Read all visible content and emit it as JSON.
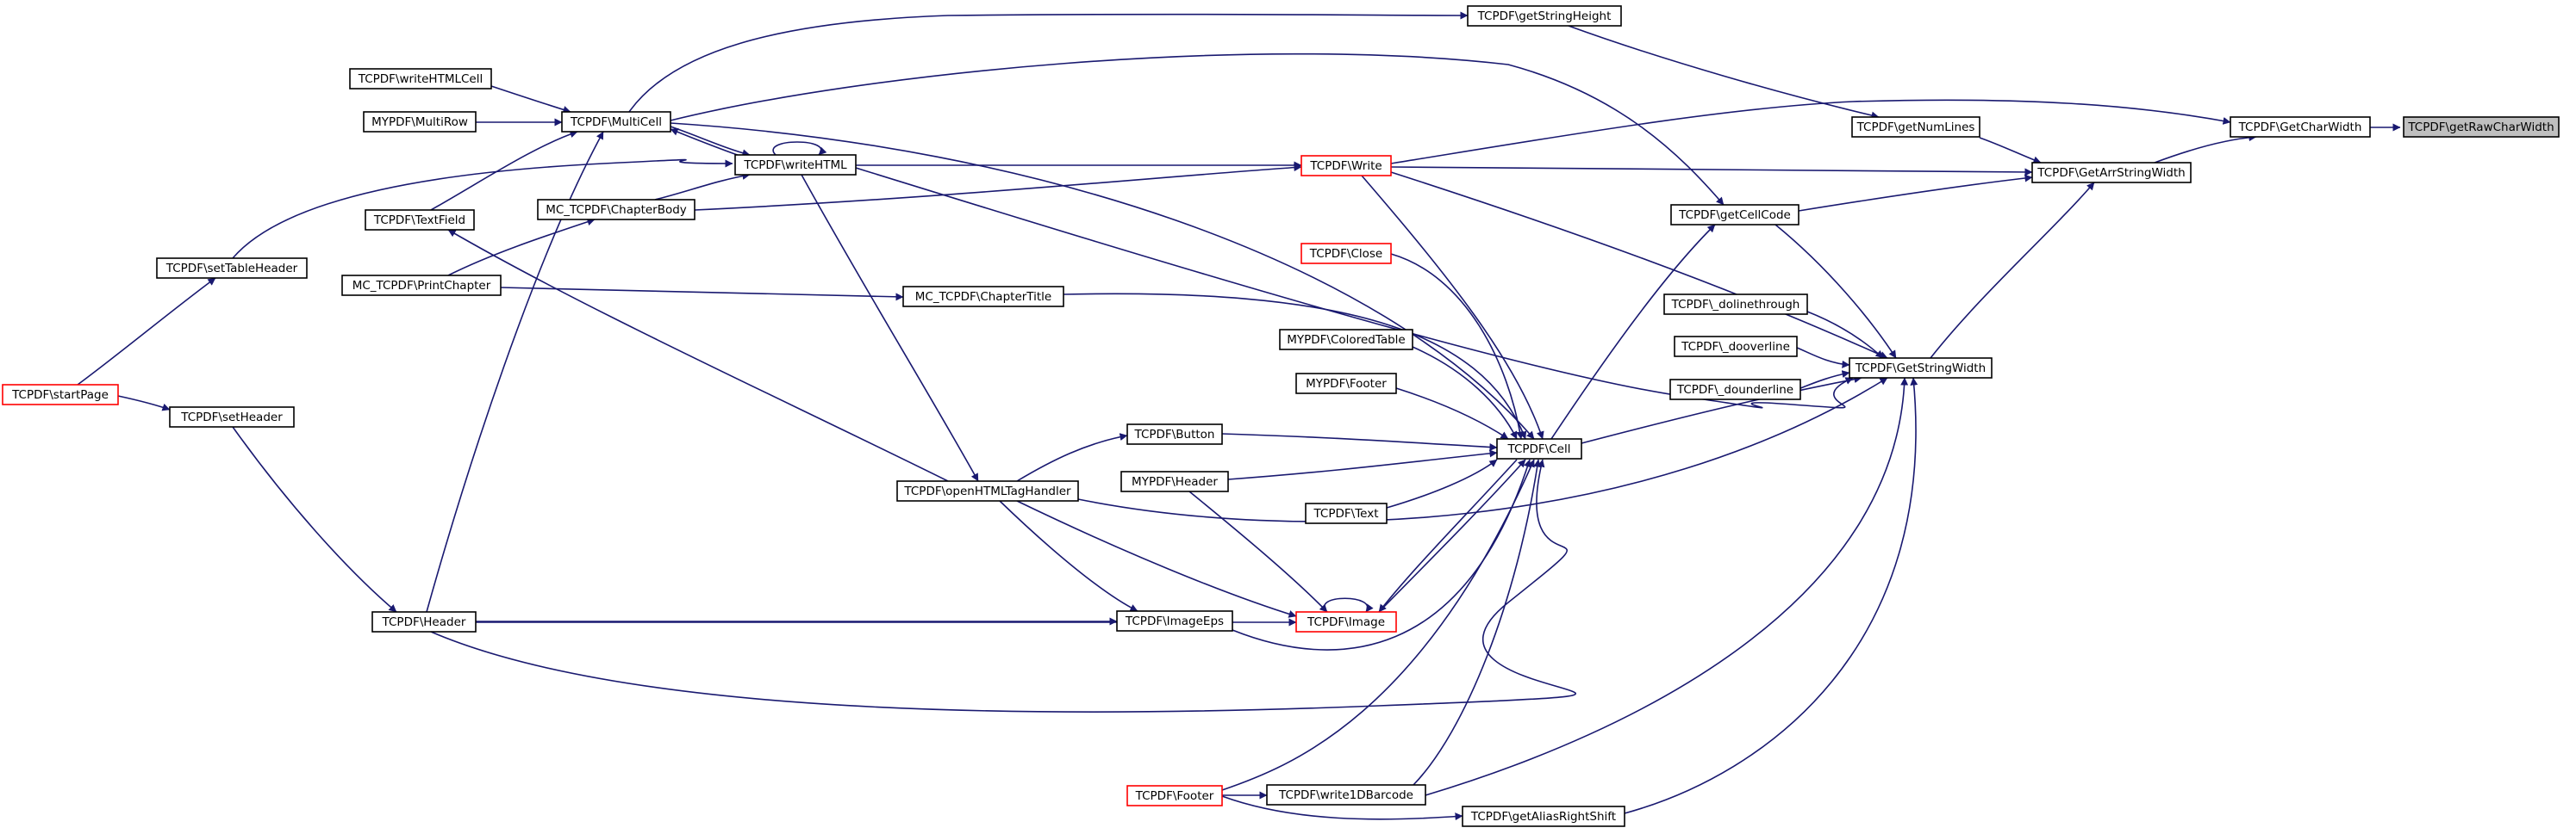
{
  "graph": {
    "edge_color": "#191970",
    "node_border_color": "#000000",
    "missing_border_color": "#ff0000",
    "current_fill_color": "#bfbfbf",
    "nodes": [
      {
        "id": "getRawCharWidth",
        "label": "TCPDF\\getRawCharWidth",
        "status": "current"
      },
      {
        "id": "GetCharWidth",
        "label": "TCPDF\\GetCharWidth",
        "status": "normal"
      },
      {
        "id": "getNumLines",
        "label": "TCPDF\\getNumLines",
        "status": "normal"
      },
      {
        "id": "GetArrStringWidth",
        "label": "TCPDF\\GetArrStringWidth",
        "status": "normal"
      },
      {
        "id": "getStringHeight",
        "label": "TCPDF\\getStringHeight",
        "status": "normal"
      },
      {
        "id": "getCellCode",
        "label": "TCPDF\\getCellCode",
        "status": "normal"
      },
      {
        "id": "GetStringWidth",
        "label": "TCPDF\\GetStringWidth",
        "status": "normal"
      },
      {
        "id": "dolinethrough",
        "label": "TCPDF\\_dolinethrough",
        "status": "normal"
      },
      {
        "id": "dooverline",
        "label": "TCPDF\\_dooverline",
        "status": "normal"
      },
      {
        "id": "dounderline",
        "label": "TCPDF\\_dounderline",
        "status": "normal"
      },
      {
        "id": "getAliasRightShift",
        "label": "TCPDF\\getAliasRightShift",
        "status": "normal"
      },
      {
        "id": "Write",
        "label": "TCPDF\\Write",
        "status": "missing"
      },
      {
        "id": "Close",
        "label": "TCPDF\\Close",
        "status": "missing"
      },
      {
        "id": "ColoredTable",
        "label": "MYPDF\\ColoredTable",
        "status": "normal"
      },
      {
        "id": "MypdfFooter",
        "label": "MYPDF\\Footer",
        "status": "normal"
      },
      {
        "id": "Cell",
        "label": "TCPDF\\Cell",
        "status": "normal"
      },
      {
        "id": "Text",
        "label": "TCPDF\\Text",
        "status": "normal"
      },
      {
        "id": "Image",
        "label": "TCPDF\\Image",
        "status": "missing"
      },
      {
        "id": "write1DBarcode",
        "label": "TCPDF\\write1DBarcode",
        "status": "normal"
      },
      {
        "id": "Footer",
        "label": "TCPDF\\Footer",
        "status": "missing"
      },
      {
        "id": "Button",
        "label": "TCPDF\\Button",
        "status": "normal"
      },
      {
        "id": "MypdfHeader",
        "label": "MYPDF\\Header",
        "status": "normal"
      },
      {
        "id": "ImageEps",
        "label": "TCPDF\\ImageEps",
        "status": "normal"
      },
      {
        "id": "ChapterTitle",
        "label": "MC_TCPDF\\ChapterTitle",
        "status": "normal"
      },
      {
        "id": "openHTMLTagHandler",
        "label": "TCPDF\\openHTMLTagHandler",
        "status": "normal"
      },
      {
        "id": "MultiCell",
        "label": "TCPDF\\MultiCell",
        "status": "normal"
      },
      {
        "id": "writeHTML",
        "label": "TCPDF\\writeHTML",
        "status": "normal"
      },
      {
        "id": "ChapterBody",
        "label": "MC_TCPDF\\ChapterBody",
        "status": "normal"
      },
      {
        "id": "writeHTMLCell",
        "label": "TCPDF\\writeHTMLCell",
        "status": "normal"
      },
      {
        "id": "MultiRow",
        "label": "MYPDF\\MultiRow",
        "status": "normal"
      },
      {
        "id": "TextField",
        "label": "TCPDF\\TextField",
        "status": "normal"
      },
      {
        "id": "PrintChapter",
        "label": "MC_TCPDF\\PrintChapter",
        "status": "normal"
      },
      {
        "id": "setTableHeader",
        "label": "TCPDF\\setTableHeader",
        "status": "normal"
      },
      {
        "id": "startPage",
        "label": "TCPDF\\startPage",
        "status": "missing"
      },
      {
        "id": "setHeader",
        "label": "TCPDF\\setHeader",
        "status": "normal"
      },
      {
        "id": "Header",
        "label": "TCPDF\\Header",
        "status": "normal"
      }
    ],
    "edges": [
      {
        "from": "GetCharWidth",
        "to": "getRawCharWidth"
      },
      {
        "from": "GetArrStringWidth",
        "to": "GetCharWidth"
      },
      {
        "from": "Write",
        "to": "GetCharWidth"
      },
      {
        "from": "getNumLines",
        "to": "GetArrStringWidth"
      },
      {
        "from": "GetStringWidth",
        "to": "GetArrStringWidth"
      },
      {
        "from": "Write",
        "to": "GetArrStringWidth"
      },
      {
        "from": "getCellCode",
        "to": "GetArrStringWidth"
      },
      {
        "from": "getStringHeight",
        "to": "getNumLines"
      },
      {
        "from": "MultiCell",
        "to": "getStringHeight"
      },
      {
        "from": "MultiCell",
        "to": "getCellCode"
      },
      {
        "from": "Cell",
        "to": "getCellCode"
      },
      {
        "from": "getCellCode",
        "to": "GetStringWidth"
      },
      {
        "from": "Write",
        "to": "GetStringWidth"
      },
      {
        "from": "dolinethrough",
        "to": "GetStringWidth"
      },
      {
        "from": "dooverline",
        "to": "GetStringWidth"
      },
      {
        "from": "dounderline",
        "to": "GetStringWidth"
      },
      {
        "from": "Cell",
        "to": "GetStringWidth"
      },
      {
        "from": "openHTMLTagHandler",
        "to": "GetStringWidth"
      },
      {
        "from": "writeHTML",
        "to": "GetStringWidth"
      },
      {
        "from": "write1DBarcode",
        "to": "GetStringWidth"
      },
      {
        "from": "getAliasRightShift",
        "to": "GetStringWidth"
      },
      {
        "from": "Footer",
        "to": "getAliasRightShift"
      },
      {
        "from": "Write",
        "to": "Cell"
      },
      {
        "from": "Close",
        "to": "Cell"
      },
      {
        "from": "ColoredTable",
        "to": "Cell"
      },
      {
        "from": "MypdfFooter",
        "to": "Cell"
      },
      {
        "from": "Text",
        "to": "Cell"
      },
      {
        "from": "Button",
        "to": "Cell"
      },
      {
        "from": "MypdfHeader",
        "to": "Cell"
      },
      {
        "from": "Image",
        "to": "Cell"
      },
      {
        "from": "ImageEps",
        "to": "Cell"
      },
      {
        "from": "write1DBarcode",
        "to": "Cell"
      },
      {
        "from": "Footer",
        "to": "Cell"
      },
      {
        "from": "ChapterTitle",
        "to": "Cell"
      },
      {
        "from": "MultiCell",
        "to": "Cell"
      },
      {
        "from": "Header",
        "to": "Cell"
      },
      {
        "from": "Cell",
        "to": "Image"
      },
      {
        "from": "Image",
        "to": "Image"
      },
      {
        "from": "MypdfHeader",
        "to": "Image"
      },
      {
        "from": "openHTMLTagHandler",
        "to": "Image"
      },
      {
        "from": "Header",
        "to": "Image"
      },
      {
        "from": "openHTMLTagHandler",
        "to": "Button"
      },
      {
        "from": "openHTMLTagHandler",
        "to": "ImageEps"
      },
      {
        "from": "Header",
        "to": "ImageEps"
      },
      {
        "from": "Footer",
        "to": "write1DBarcode"
      },
      {
        "from": "writeHTML",
        "to": "Write"
      },
      {
        "from": "ChapterBody",
        "to": "Write"
      },
      {
        "from": "writeHTML",
        "to": "openHTMLTagHandler"
      },
      {
        "from": "openHTMLTagHandler",
        "to": "TextField"
      },
      {
        "from": "MultiCell",
        "to": "writeHTML"
      },
      {
        "from": "writeHTML",
        "to": "MultiCell"
      },
      {
        "from": "writeHTML",
        "to": "writeHTML"
      },
      {
        "from": "ChapterBody",
        "to": "writeHTML"
      },
      {
        "from": "setTableHeader",
        "to": "writeHTML"
      },
      {
        "from": "writeHTMLCell",
        "to": "MultiCell"
      },
      {
        "from": "MultiRow",
        "to": "MultiCell"
      },
      {
        "from": "TextField",
        "to": "MultiCell"
      },
      {
        "from": "Header",
        "to": "MultiCell"
      },
      {
        "from": "PrintChapter",
        "to": "ChapterBody"
      },
      {
        "from": "PrintChapter",
        "to": "ChapterTitle"
      },
      {
        "from": "startPage",
        "to": "setTableHeader"
      },
      {
        "from": "startPage",
        "to": "setHeader"
      },
      {
        "from": "setHeader",
        "to": "Header"
      }
    ]
  }
}
